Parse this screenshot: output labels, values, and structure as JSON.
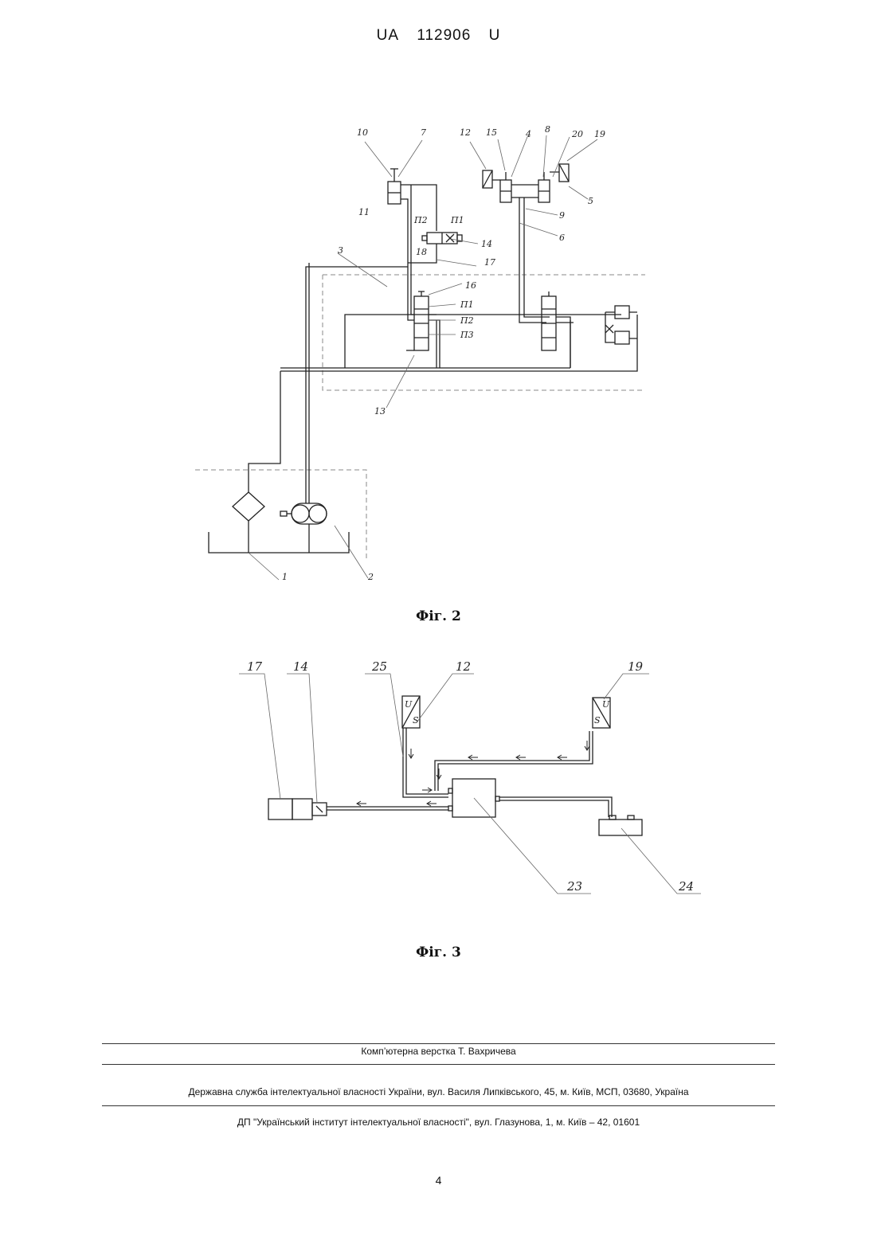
{
  "header": {
    "doc_prefix": "UA",
    "doc_number": "112906",
    "doc_kind": "U"
  },
  "figure2": {
    "caption": "Фіг. 2",
    "labels": [
      "10",
      "7",
      "12",
      "15",
      "4",
      "8",
      "20",
      "19",
      "11",
      "5",
      "П2",
      "П1",
      "9",
      "6",
      "14",
      "3",
      "18",
      "17",
      "16",
      "П1",
      "П2",
      "П3",
      "13",
      "1",
      "2"
    ]
  },
  "figure3": {
    "caption": "Фіг. 3",
    "labels": [
      "17",
      "14",
      "25",
      "12",
      "19",
      "23",
      "24"
    ],
    "sensor_text": [
      "U",
      "S"
    ]
  },
  "footer": {
    "layout": "Комп’ютерна верстка Т. Вахричева",
    "agency": "Державна служба інтелектуальної власності України, вул. Василя Липківського, 45, м. Київ, МСП, 03680, Україна",
    "institute": "ДП \"Український інститут інтелектуальної власності\", вул. Глазунова, 1, м. Київ – 42, 01601",
    "page_number": "4"
  }
}
